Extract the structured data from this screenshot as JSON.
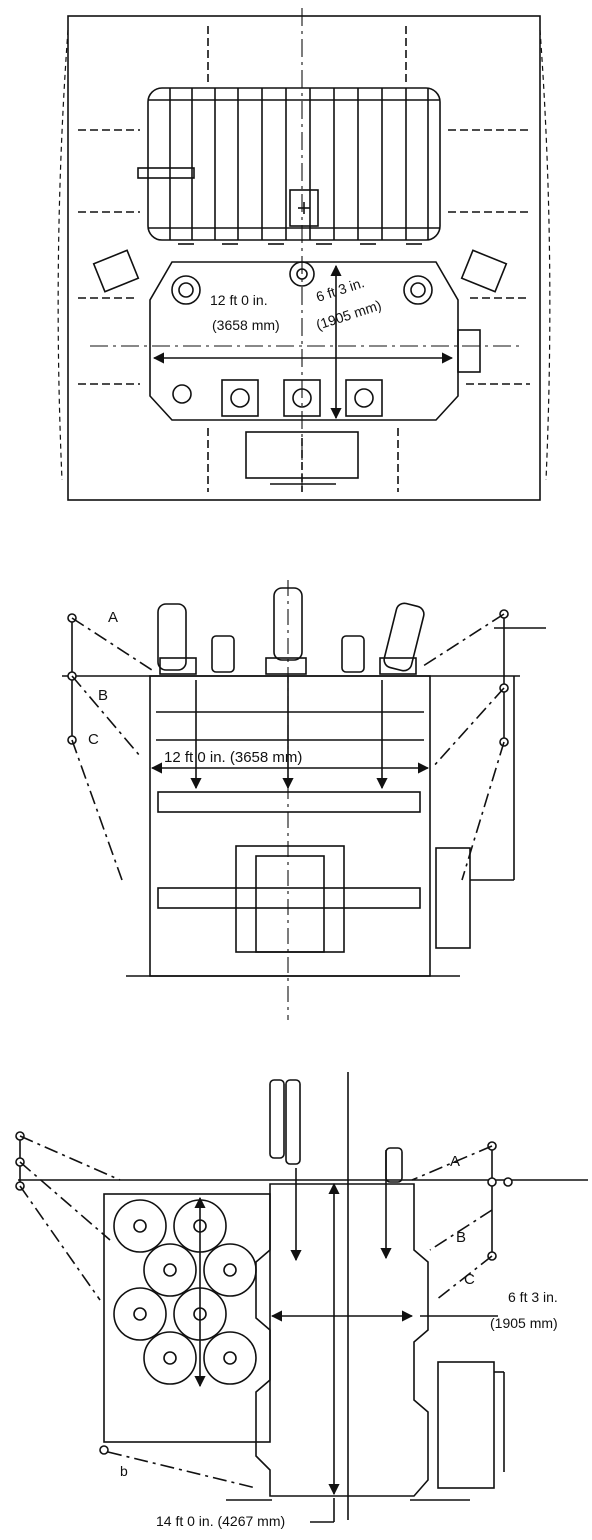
{
  "top_view": {
    "dim_width": "12 ft 0 in.",
    "dim_width_metric": "(3658 mm)",
    "dim_depth": "6 ft 3 in.",
    "dim_depth_metric": "(1905 mm)"
  },
  "front_view": {
    "label_a": "A",
    "label_b": "B",
    "label_c": "C",
    "dim_width": "12 ft 0 in. (3658 mm)"
  },
  "side_view": {
    "label_a": "A",
    "label_b": "B",
    "label_c": "C",
    "label_b_small": "b",
    "dim_depth": "6 ft 3 in.",
    "dim_depth_metric": "(1905 mm)",
    "dim_height": "14 ft 0 in. (4267 mm)"
  },
  "colors": {
    "line": "#111111",
    "background": "#ffffff"
  }
}
